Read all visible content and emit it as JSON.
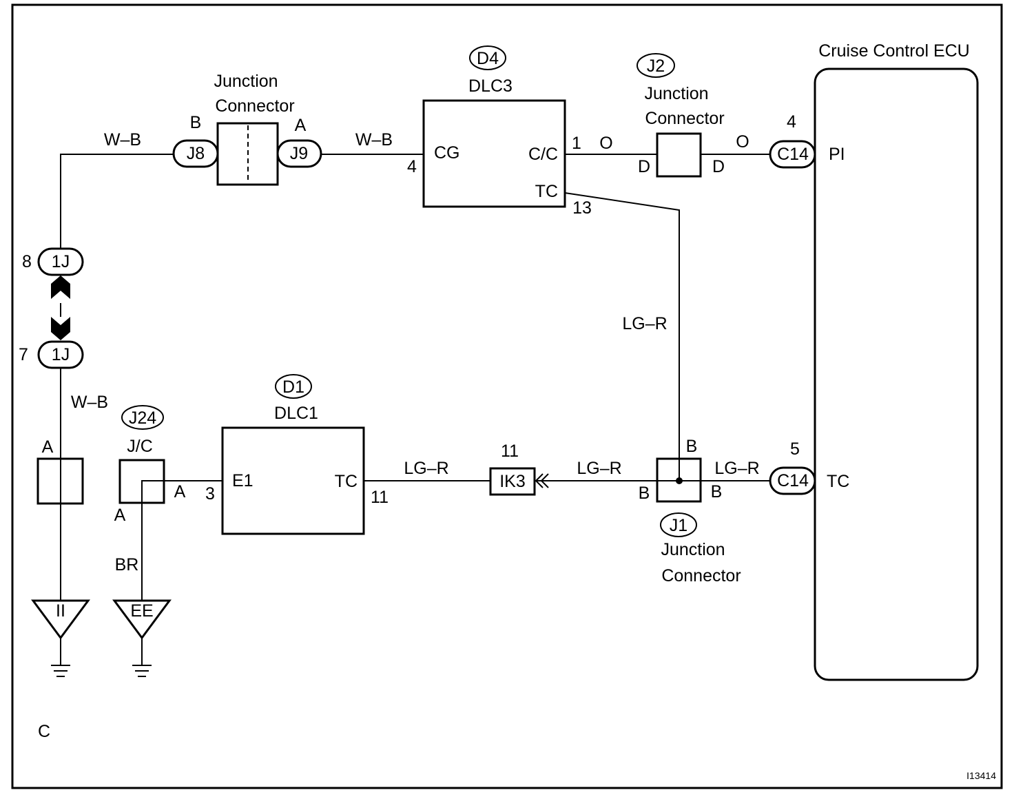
{
  "ecu": {
    "title": "Cruise Control ECU",
    "pin_pi": "PI",
    "pin_tc": "TC"
  },
  "jc_top": {
    "line1": "Junction",
    "line2": "Connector",
    "side_b": "B",
    "side_a": "A",
    "left_id": "J8",
    "right_id": "J9"
  },
  "dlc3": {
    "badge": "D4",
    "name": "DLC3",
    "pin_cg": "CG",
    "pin_cc": "C/C",
    "pin_tc": "TC",
    "num_cg": "4",
    "num_cc": "1",
    "num_tc": "13"
  },
  "j2": {
    "badge": "J2",
    "line1": "Junction",
    "line2": "Connector",
    "left": "D",
    "right": "D"
  },
  "c14_top": {
    "id": "C14",
    "num": "4"
  },
  "c14_bottom": {
    "id": "C14",
    "num": "5"
  },
  "conn_1j_top": {
    "id": "1J",
    "num": "8"
  },
  "conn_1j_bottom": {
    "id": "1J",
    "num": "7"
  },
  "dlc1": {
    "badge": "D1",
    "name": "DLC1",
    "pin_e1": "E1",
    "pin_tc": "TC",
    "num_e1": "3",
    "num_tc": "11"
  },
  "ik3": {
    "id": "IK3",
    "num": "11"
  },
  "j1": {
    "badge": "J1",
    "line1": "Junction",
    "line2": "Connector",
    "top": "B",
    "left": "B",
    "right": "B"
  },
  "j24": {
    "badge": "J24",
    "name": "J/C",
    "right": "A",
    "bottom": "A"
  },
  "left_box": {
    "label": "A"
  },
  "grounds": {
    "ii": "II",
    "ee": "EE"
  },
  "wires": {
    "wb_top_left": "W–B",
    "wb_top_mid": "W–B",
    "wb_left": "W–B",
    "o_left": "O",
    "o_right": "O",
    "lgr_vertical": "LG–R",
    "lgr_dlc1": "LG–R",
    "lgr_ik3": "LG–R",
    "lgr_ecu": "LG–R",
    "br": "BR"
  },
  "corner_label": "C",
  "figure_id": "I13414"
}
